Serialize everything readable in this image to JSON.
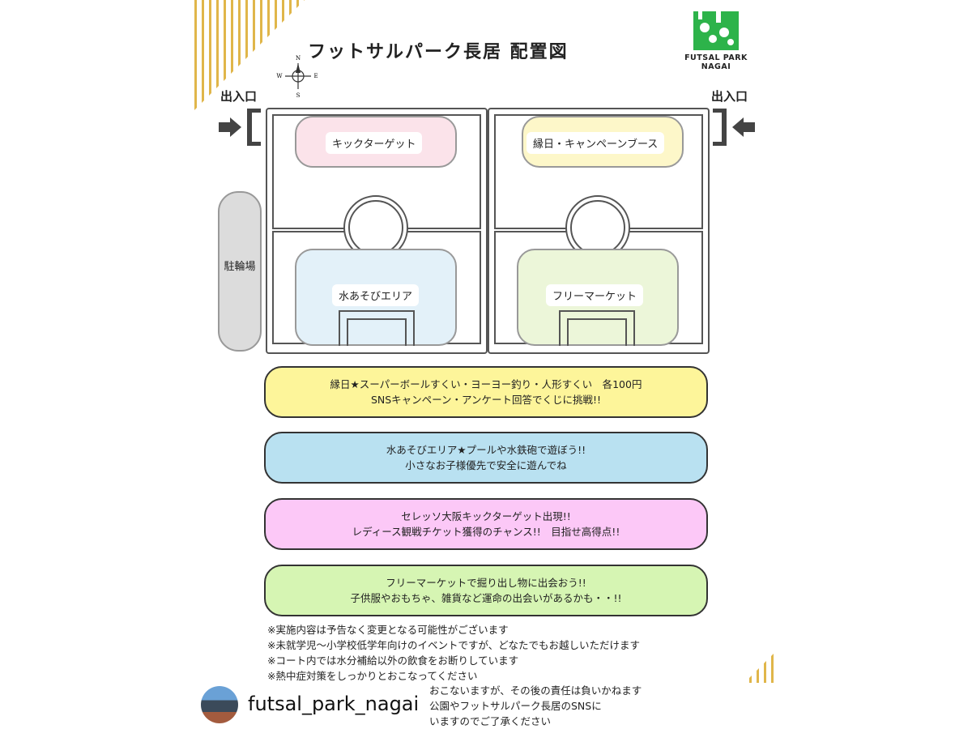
{
  "title": "フットサルパーク長居 配置図",
  "logo": {
    "text_line1": "FUTSAL PARK",
    "text_line2": "NAGAI",
    "color": "#2db34a"
  },
  "compass": {
    "n": "N",
    "e": "E",
    "s": "S",
    "w": "W"
  },
  "entrances": {
    "left": "出入口",
    "right": "出入口"
  },
  "zones": {
    "kick_target": "キックターゲット",
    "ennichi": "縁日・キャンペーンブース",
    "water": "水あそびエリア",
    "flea": "フリーマーケット",
    "bike": "駐輪場"
  },
  "zone_colors": {
    "kick_target": "#fbe3ea",
    "ennichi": "#fdf7c9",
    "water": "#e3f1f9",
    "flea": "#ecf6d9"
  },
  "info_boxes": [
    {
      "line1": "縁日★スーパーボールすくい・ヨーヨー釣り・人形すくい　各100円",
      "line2": "SNSキャンペーン・アンケート回答でくじに挑戦!!",
      "color": "#fdf59a"
    },
    {
      "line1": "水あそびエリア★プールや水鉄砲で遊ぼう!!",
      "line2": "小さなお子様優先で安全に遊んでね",
      "color": "#b9e1f1"
    },
    {
      "line1": "セレッソ大阪キックターゲット出現!!",
      "line2": "レディース観戦チケット獲得のチャンス!!　目指せ高得点!!",
      "color": "#fcc8f7"
    },
    {
      "line1": "フリーマーケットで掘り出し物に出会おう!!",
      "line2": "子供服やおもちゃ、雑貨など運命の出会いがあるかも・・!!",
      "color": "#d6f5b3"
    }
  ],
  "notes": [
    "※実施内容は予告なく変更となる可能性がございます",
    "※未就学児～小学校低学年向けのイベントですが、どなたでもお越しいただけます",
    "※コート内では水分補給以外の飲食をお断りしています",
    "※熱中症対策をしっかりとおこなってください"
  ],
  "footer": {
    "handle": "futsal_park_nagai",
    "line1": "おこないますが、その後の責任は負いかねます",
    "line2": "公園やフットサルパーク長居のSNSに",
    "line3": "いますのでご了承ください"
  }
}
